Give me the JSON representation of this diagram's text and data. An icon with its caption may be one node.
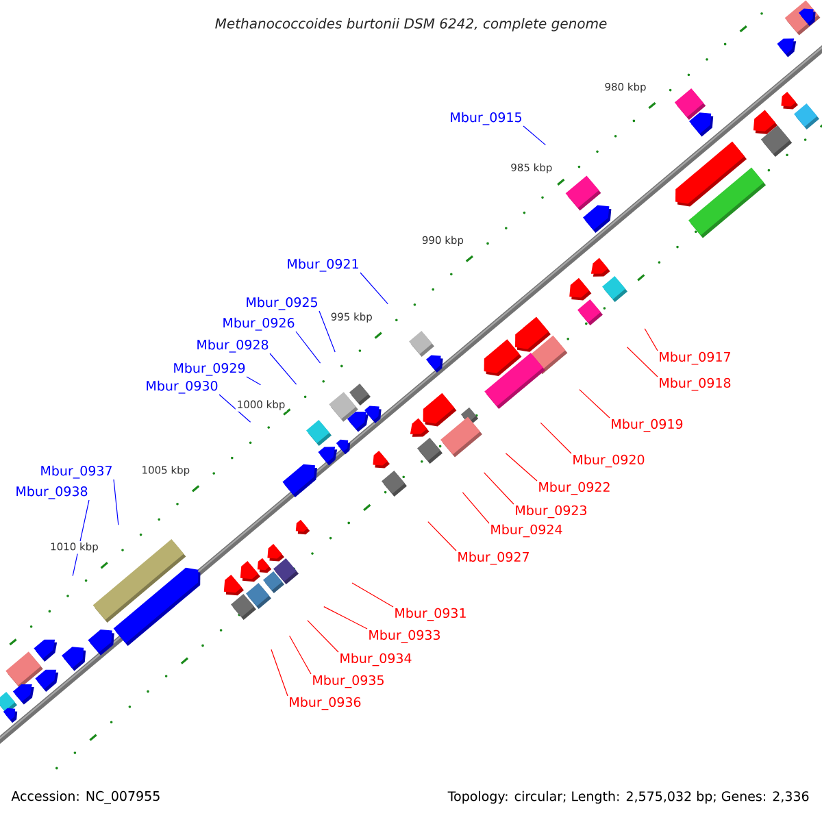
{
  "diagram": {
    "title": "Methanococcoides burtonii DSM 6242, complete genome",
    "nodes": [
      {
        "text": [
          "Mbur_0915"
        ]
      },
      {
        "text": [
          "Mbur_0921"
        ]
      },
      {
        "text": [
          "Mbur_0925"
        ]
      },
      {
        "text": [
          "Mbur_0926"
        ]
      },
      {
        "text": [
          "Mbur_0928"
        ]
      },
      {
        "text": [
          "Mbur_0917"
        ]
      },
      {
        "text": [
          "Mbur_0929"
        ]
      },
      {
        "text": [
          "Mbur_0918"
        ]
      },
      {
        "text": [
          "Mbur_0930"
        ]
      },
      {
        "text": [
          "Mbur_0919"
        ]
      },
      {
        "text": [
          "Mbur_0920"
        ]
      },
      {
        "text": [
          "Mbur_0937"
        ]
      },
      {
        "text": [
          "Mbur_0922"
        ]
      },
      {
        "text": [
          "Mbur_0938"
        ]
      },
      {
        "text": [
          "Mbur_0923"
        ]
      },
      {
        "text": [
          "Mbur_0924"
        ]
      },
      {
        "text": [
          "Mbur_0927"
        ]
      },
      {
        "text": [
          "Mbur_0931"
        ]
      },
      {
        "text": [
          "Mbur_0933"
        ]
      },
      {
        "text": [
          "Mbur_0934"
        ]
      },
      {
        "text": [
          "Mbur_0935"
        ]
      },
      {
        "text": [
          "Mbur_0936"
        ]
      }
    ],
    "edges": [
      {
        "from": 0,
        "to": null,
        "arrow": "none",
        "color": "#0000ff"
      },
      {
        "from": 1,
        "to": null,
        "arrow": "none",
        "color": "#0000ff"
      },
      {
        "from": 2,
        "to": null,
        "arrow": "none",
        "color": "#0000ff"
      },
      {
        "from": 3,
        "to": null,
        "arrow": "none",
        "color": "#0000ff"
      },
      {
        "from": 4,
        "to": null,
        "arrow": "none",
        "color": "#0000ff"
      },
      {
        "from": 5,
        "to": null,
        "arrow": "none"
      },
      {
        "from": 6,
        "to": null,
        "arrow": "none",
        "color": "#0000ff"
      },
      {
        "from": 7,
        "to": null,
        "arrow": "none"
      },
      {
        "from": 8,
        "to": null,
        "arrow": "none",
        "color": "#0000ff"
      },
      {
        "from": 9,
        "to": null,
        "arrow": "none"
      },
      {
        "from": 10,
        "to": null,
        "arrow": "none"
      },
      {
        "from": 11,
        "to": null,
        "arrow": "none",
        "color": "#0000ff"
      },
      {
        "from": 12,
        "to": null,
        "arrow": "none"
      },
      {
        "from": 13,
        "to": null,
        "arrow": "none",
        "color": "#0000ff"
      },
      {
        "from": 14,
        "to": null,
        "arrow": "none"
      },
      {
        "from": 15,
        "to": null,
        "arrow": "none"
      },
      {
        "from": 16,
        "to": null,
        "arrow": "none"
      },
      {
        "from": 17,
        "to": null,
        "arrow": "none"
      },
      {
        "from": 18,
        "to": null,
        "arrow": "none"
      },
      {
        "from": 19,
        "to": null,
        "arrow": "none"
      },
      {
        "from": 20,
        "to": null,
        "arrow": "none"
      },
      {
        "from": 21,
        "to": null,
        "arrow": "none"
      }
    ],
    "labels": [
      "980 kbp",
      "985 kbp",
      "990 kbp",
      "995 kbp",
      "1000 kbp",
      "1005 kbp",
      "1010 kbp",
      "Accession: NC_007955",
      "Topology: circular; Length: 2,575,032 bp; Genes: 2,336"
    ]
  }
}
